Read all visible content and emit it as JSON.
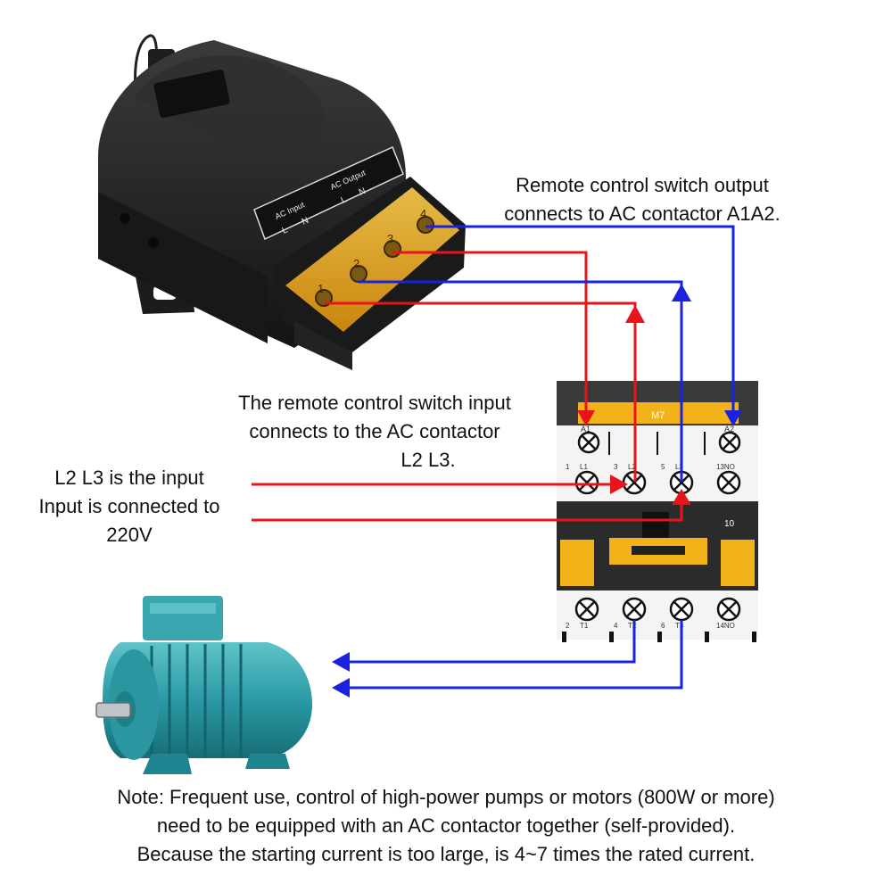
{
  "captions": {
    "output": [
      "Remote control switch output",
      "connects to AC contactor A1A2."
    ],
    "input": [
      "The remote control switch input",
      "connects to the AC contactor",
      "L2 L3."
    ],
    "l2l3": [
      "L2 L3 is the input",
      "Input is connected to",
      "220V"
    ]
  },
  "note": [
    "Note: Frequent use, control of high-power pumps or motors (800W or more)",
    "need to be equipped with an AC contactor together (self-provided).",
    "Because the starting current is too large, is 4~7 times the rated current."
  ],
  "relay": {
    "input_label": "AC Input",
    "output_label": "AC Output",
    "pin_l": "L",
    "pin_n": "N",
    "terminal_numbers": [
      "1",
      "2",
      "3",
      "4"
    ]
  },
  "contactor": {
    "model": "M7",
    "aux_number": "10",
    "top_labels": [
      "A1",
      "A2"
    ],
    "row1_labels": [
      "1",
      "L1",
      "3",
      "L2",
      "5",
      "L3",
      "13NO"
    ],
    "row2_labels": [
      "2",
      "T1",
      "4",
      "T2",
      "6",
      "T3",
      "14NO"
    ]
  },
  "colors": {
    "red_wire": "#e8141b",
    "blue_wire": "#1a22e0",
    "terminal_cover": "#f2b21a"
  }
}
